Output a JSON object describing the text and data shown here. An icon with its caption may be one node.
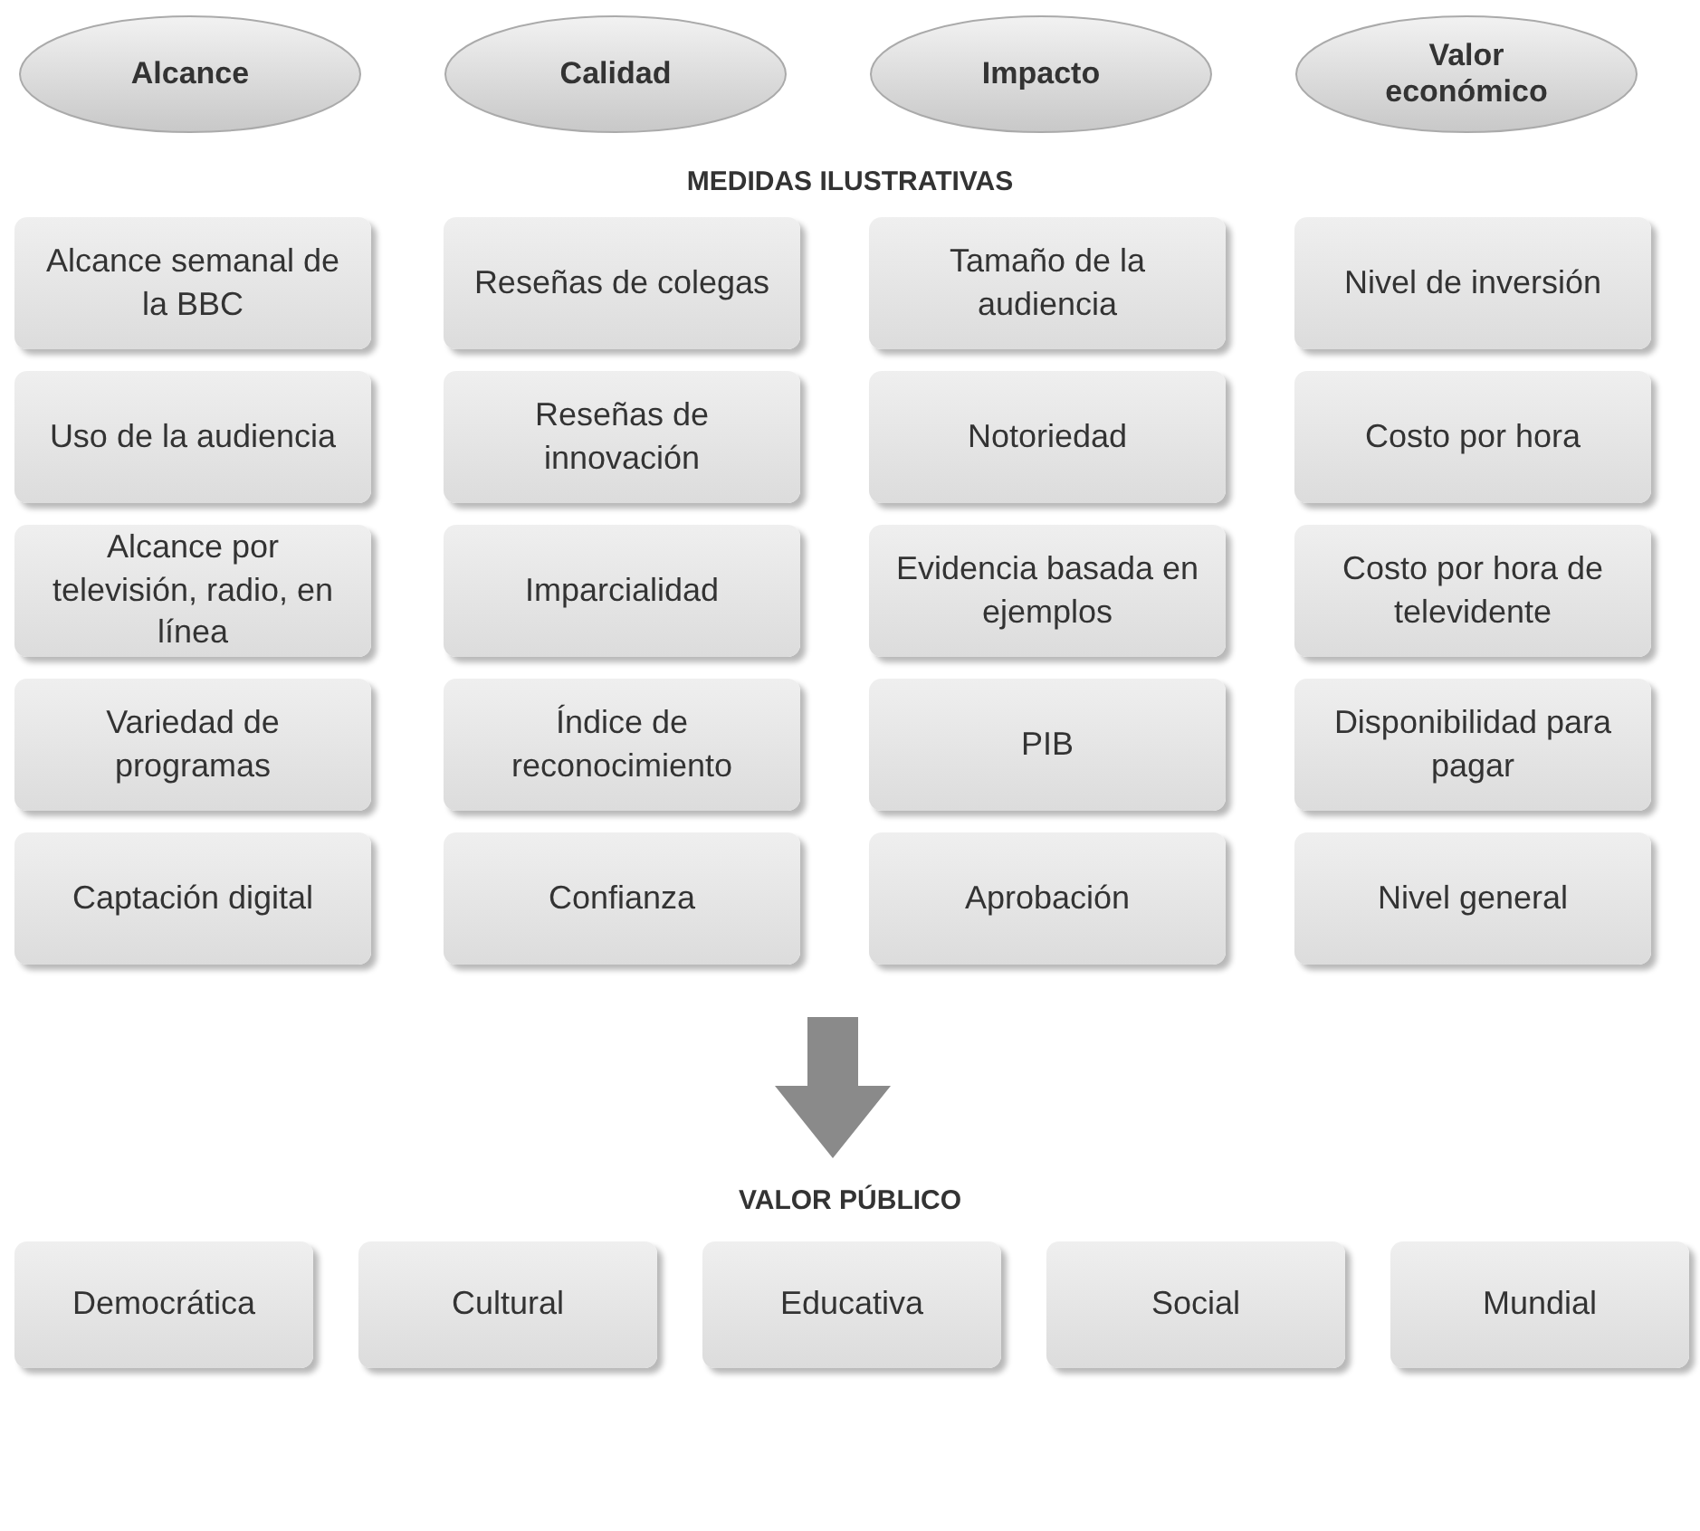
{
  "diagram": {
    "nodes": [
      {
        "text": [
          "Alcance"
        ]
      },
      {
        "text": [
          "Calidad"
        ]
      },
      {
        "text": [
          "Impacto"
        ]
      },
      {
        "text": [
          "Valor económico"
        ]
      },
      {
        "text": [
          "Alcance semanal de la BBC"
        ]
      },
      {
        "text": [
          "Reseñas de colegas"
        ]
      },
      {
        "text": [
          "Tamaño de la audiencia"
        ]
      },
      {
        "text": [
          "Nivel de inversión"
        ]
      },
      {
        "text": [
          "Uso de la audiencia"
        ]
      },
      {
        "text": [
          "Reseñas de innovación"
        ]
      },
      {
        "text": [
          "Notoriedad"
        ]
      },
      {
        "text": [
          "Costo por hora"
        ]
      },
      {
        "text": [
          "Alcance por televisión, radio, en línea"
        ]
      },
      {
        "text": [
          "Imparcialidad"
        ]
      },
      {
        "text": [
          "Evidencia basada en ejemplos"
        ]
      },
      {
        "text": [
          "Costo por hora de televidente"
        ]
      },
      {
        "text": [
          "Variedad de programas"
        ]
      },
      {
        "text": [
          "Índice de reconocimiento"
        ]
      },
      {
        "text": [
          "PIB"
        ]
      },
      {
        "text": [
          "Disponibilidad para pagar"
        ]
      },
      {
        "text": [
          "Captación digital"
        ]
      },
      {
        "text": [
          "Confianza"
        ]
      },
      {
        "text": [
          "Aprobación"
        ]
      },
      {
        "text": [
          "Nivel general"
        ]
      },
      {
        "text": [
          "Democrática"
        ]
      },
      {
        "text": [
          "Cultural"
        ]
      },
      {
        "text": [
          "Educativa"
        ]
      },
      {
        "text": [
          "Social"
        ]
      },
      {
        "text": [
          "Mundial"
        ]
      }
    ],
    "labels": [
      "MEDIDAS ILUSTRATIVAS",
      "VALOR PÚBLICO"
    ]
  }
}
